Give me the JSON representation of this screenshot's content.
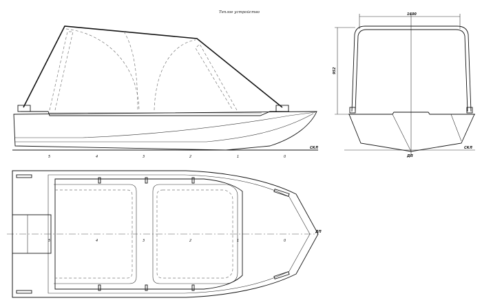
{
  "title": "Теплое устройство",
  "dimensions": {
    "width": "1600",
    "height": "952"
  },
  "labels": {
    "waterline": "СКЛ",
    "centerline": "ДП"
  },
  "frames": [
    "5",
    "4",
    "3",
    "2",
    "1",
    "0"
  ],
  "colors": {
    "ink": "#111111",
    "hidden": "#777777",
    "background": "#ffffff"
  }
}
